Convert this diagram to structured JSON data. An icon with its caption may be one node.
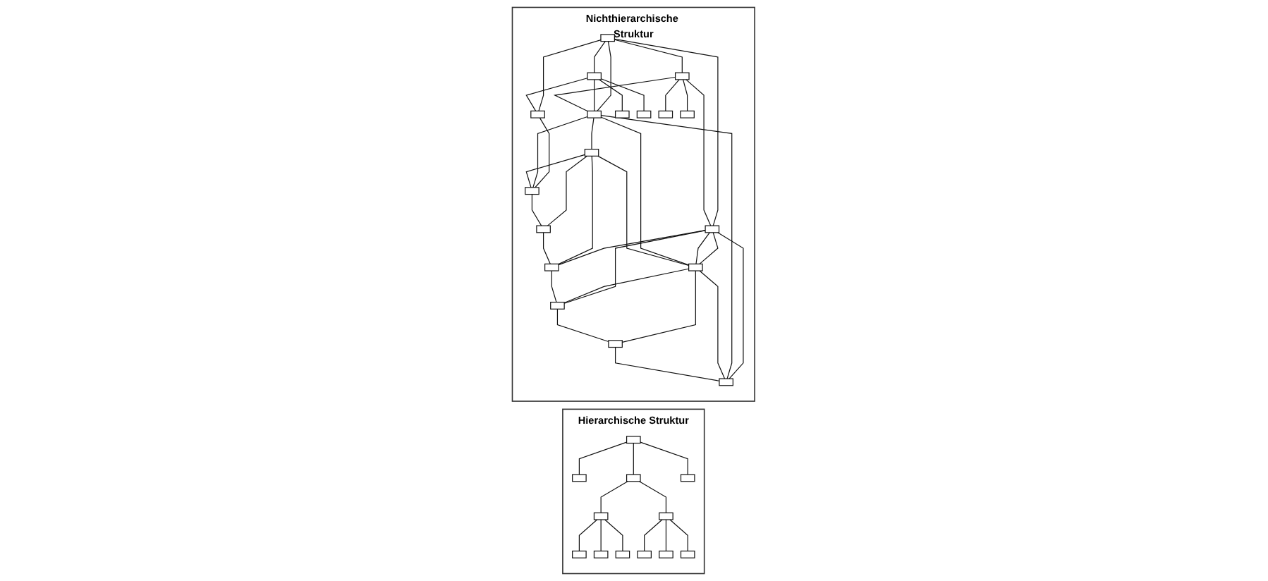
{
  "diagram": {
    "nodes": [
      {
        "text": [
          "Hierarchische Struktur"
        ]
      },
      {
        "text": [],
        "shape": "box",
        "in": 0
      },
      {
        "text": [],
        "shape": "box",
        "in": 0
      },
      {
        "text": [],
        "shape": "box",
        "in": 0
      },
      {
        "text": [],
        "shape": "box",
        "in": 0
      },
      {
        "text": [],
        "shape": "box",
        "in": 0
      },
      {
        "text": [],
        "shape": "box",
        "in": 0
      },
      {
        "text": [],
        "shape": "box",
        "in": 0
      },
      {
        "text": [],
        "shape": "box",
        "in": 0
      },
      {
        "text": [],
        "shape": "box",
        "in": 0
      },
      {
        "text": [],
        "shape": "box",
        "in": 0
      },
      {
        "text": [],
        "shape": "box",
        "in": 0
      },
      {
        "text": [],
        "shape": "box",
        "in": 0
      },
      {
        "text": [
          "Nichthierarchische Struktur"
        ]
      },
      {
        "text": [],
        "shape": "box",
        "in": 13
      },
      {
        "text": [],
        "shape": "box",
        "in": 13
      },
      {
        "text": [],
        "shape": "box",
        "in": 13
      },
      {
        "text": [],
        "shape": "box",
        "in": 13
      },
      {
        "text": [],
        "shape": "box",
        "in": 13
      },
      {
        "text": [],
        "shape": "box",
        "in": 13
      },
      {
        "text": [],
        "shape": "box",
        "in": 13
      },
      {
        "text": [],
        "shape": "box",
        "in": 13
      },
      {
        "text": [],
        "shape": "box",
        "in": 13
      },
      {
        "text": [],
        "shape": "box",
        "in": 13
      },
      {
        "text": [],
        "shape": "box",
        "in": 13
      },
      {
        "text": [],
        "shape": "box",
        "in": 13
      },
      {
        "text": [],
        "shape": "box",
        "in": 13
      },
      {
        "text": [],
        "shape": "box",
        "in": 13
      },
      {
        "text": [],
        "shape": "box",
        "in": 13
      },
      {
        "text": [],
        "shape": "box",
        "in": 13
      },
      {
        "text": [],
        "shape": "box",
        "in": 13
      },
      {
        "text": [],
        "shape": "box",
        "in": 13
      }
    ],
    "edges": [
      {
        "from": 1,
        "to": 2,
        "arrow": "none"
      },
      {
        "from": 1,
        "to": 3,
        "arrow": "none"
      },
      {
        "from": 1,
        "to": 4,
        "arrow": "none"
      },
      {
        "from": 3,
        "to": 5,
        "arrow": "none"
      },
      {
        "from": 3,
        "to": 6,
        "arrow": "none"
      },
      {
        "from": 5,
        "to": 7,
        "arrow": "none"
      },
      {
        "from": 5,
        "to": 8,
        "arrow": "none"
      },
      {
        "from": 5,
        "to": 9,
        "arrow": "none"
      },
      {
        "from": 6,
        "to": 10,
        "arrow": "none"
      },
      {
        "from": 6,
        "to": 11,
        "arrow": "none"
      },
      {
        "from": 6,
        "to": 12,
        "arrow": "none"
      },
      {
        "from": 14,
        "to": 15,
        "arrow": "none"
      },
      {
        "from": 14,
        "to": 16,
        "arrow": "none"
      },
      {
        "from": 14,
        "to": 23,
        "arrow": "none"
      },
      {
        "from": 14,
        "to": 17,
        "arrow": "none"
      },
      {
        "from": 14,
        "to": 22,
        "arrow": "none"
      },
      {
        "from": 15,
        "to": 17,
        "arrow": "none"
      },
      {
        "from": 15,
        "to": 18,
        "arrow": "none"
      },
      {
        "from": 15,
        "to": 19,
        "arrow": "none"
      },
      {
        "from": 15,
        "to": 23,
        "arrow": "none"
      },
      {
        "from": 16,
        "to": 20,
        "arrow": "none"
      },
      {
        "from": 16,
        "to": 21,
        "arrow": "none"
      },
      {
        "from": 16,
        "to": 22,
        "arrow": "none"
      },
      {
        "from": 16,
        "to": 23,
        "arrow": "none"
      },
      {
        "from": 17,
        "to": 26,
        "arrow": "none"
      },
      {
        "from": 22,
        "to": 31,
        "arrow": "none"
      },
      {
        "from": 22,
        "to": 28,
        "arrow": "none"
      },
      {
        "from": 22,
        "to": 29,
        "arrow": "none"
      },
      {
        "from": 22,
        "to": 25,
        "arrow": "none"
      },
      {
        "from": 22,
        "to": 25,
        "arrow": "none"
      },
      {
        "from": 23,
        "to": 26,
        "arrow": "none"
      },
      {
        "from": 23,
        "to": 24,
        "arrow": "none"
      },
      {
        "from": 23,
        "to": 25,
        "arrow": "none"
      },
      {
        "from": 23,
        "to": 31,
        "arrow": "none"
      },
      {
        "from": 24,
        "to": 25,
        "arrow": "none"
      },
      {
        "from": 24,
        "to": 26,
        "arrow": "none"
      },
      {
        "from": 24,
        "to": 27,
        "arrow": "none"
      },
      {
        "from": 24,
        "to": 28,
        "arrow": "none"
      },
      {
        "from": 25,
        "to": 29,
        "arrow": "none"
      },
      {
        "from": 25,
        "to": 30,
        "arrow": "none"
      },
      {
        "from": 25,
        "to": 31,
        "arrow": "none"
      },
      {
        "from": 26,
        "to": 27,
        "arrow": "none"
      },
      {
        "from": 27,
        "to": 28,
        "arrow": "none"
      },
      {
        "from": 28,
        "to": 29,
        "arrow": "none"
      },
      {
        "from": 29,
        "to": 30,
        "arrow": "none"
      },
      {
        "from": 30,
        "to": 31,
        "arrow": "none"
      }
    ]
  }
}
